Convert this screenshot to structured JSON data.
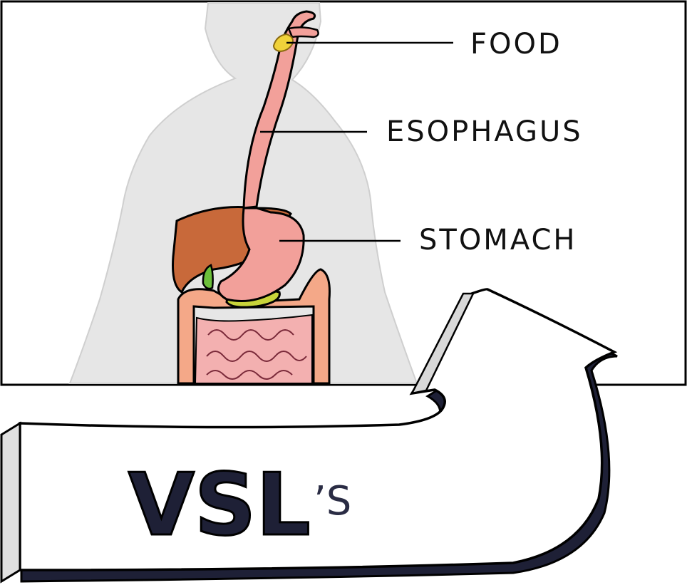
{
  "diagram": {
    "labels": {
      "food": "FOOD",
      "esophagus": "ESOPHAGUS",
      "stomach": "STOMACH"
    }
  },
  "banner": {
    "brand": "VSL",
    "suffix": "’S"
  },
  "colors": {
    "silhouette": "#e6e6e6",
    "esophagus": "#f2a09a",
    "liver": "#c8693a",
    "gallbladder": "#6cbf3a",
    "pancreas": "#c8d43a",
    "intestine": "#f4a888",
    "food": "#f0d23a",
    "brand": "#1e2036"
  }
}
